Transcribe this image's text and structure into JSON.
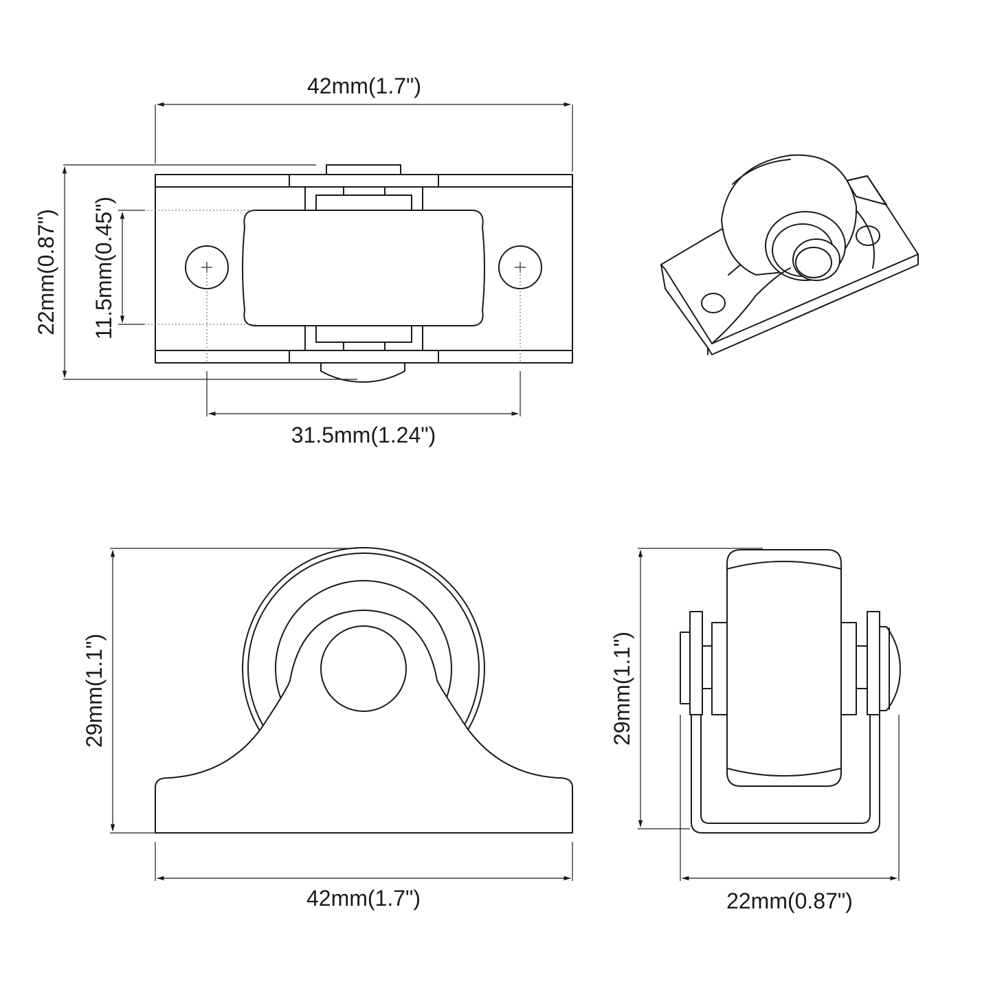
{
  "dimensions": {
    "top_width": "42mm(1.7\")",
    "top_height": "22mm(0.87\")",
    "wheel_width": "11.5mm(0.45\")",
    "hole_spacing": "31.5mm(1.24\")",
    "front_height": "29mm(1.1\")",
    "front_width": "42mm(1.7\")",
    "side_height": "29mm(1.1\")",
    "side_width": "22mm(0.87\")"
  },
  "colors": {
    "line": "#1a1a1a",
    "background": "#ffffff"
  }
}
